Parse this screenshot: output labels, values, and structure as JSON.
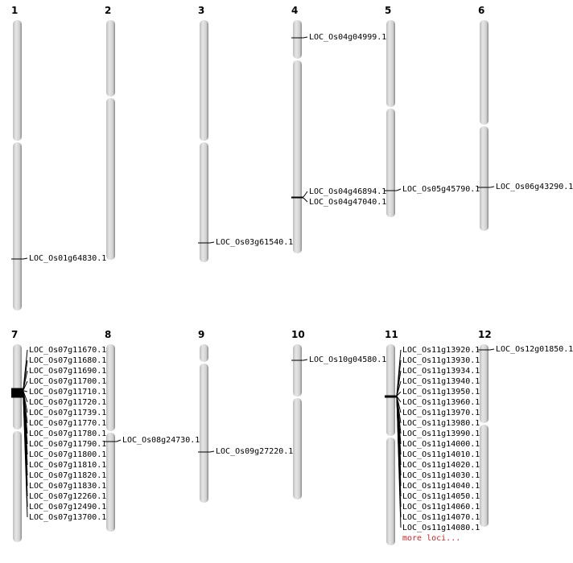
{
  "title": "Chromosome map",
  "more_loci_label": "more loci...",
  "colors": {
    "chromosome": "#d4d4d4",
    "marker": "#000000",
    "more_link": "#cc2222"
  },
  "chromosomes": [
    {
      "number": "1",
      "loci": [
        "LOC_Os01g64830.1"
      ]
    },
    {
      "number": "2",
      "loci": []
    },
    {
      "number": "3",
      "loci": [
        "LOC_Os03g61540.1"
      ]
    },
    {
      "number": "4",
      "loci": [
        "LOC_Os04g04999.1",
        "LOC_Os04g46894.1",
        "LOC_Os04g47040.1"
      ]
    },
    {
      "number": "5",
      "loci": [
        "LOC_Os05g45790.1"
      ]
    },
    {
      "number": "6",
      "loci": [
        "LOC_Os06g43290.1"
      ]
    },
    {
      "number": "7",
      "loci": [
        "LOC_Os07g11670.1",
        "LOC_Os07g11680.1",
        "LOC_Os07g11690.1",
        "LOC_Os07g11700.1",
        "LOC_Os07g11710.1",
        "LOC_Os07g11720.1",
        "LOC_Os07g11739.1",
        "LOC_Os07g11770.1",
        "LOC_Os07g11780.1",
        "LOC_Os07g11790.1",
        "LOC_Os07g11800.1",
        "LOC_Os07g11810.1",
        "LOC_Os07g11820.1",
        "LOC_Os07g11830.1",
        "LOC_Os07g12260.1",
        "LOC_Os07g12490.1",
        "LOC_Os07g13700.1"
      ]
    },
    {
      "number": "8",
      "loci": [
        "LOC_Os08g24730.1"
      ]
    },
    {
      "number": "9",
      "loci": [
        "LOC_Os09g27220.1"
      ]
    },
    {
      "number": "10",
      "loci": [
        "LOC_Os10g04580.1"
      ]
    },
    {
      "number": "11",
      "loci": [
        "LOC_Os11g13920.1",
        "LOC_Os11g13930.1",
        "LOC_Os11g13934.1",
        "LOC_Os11g13940.1",
        "LOC_Os11g13950.1",
        "LOC_Os11g13960.1",
        "LOC_Os11g13970.1",
        "LOC_Os11g13980.1",
        "LOC_Os11g13990.1",
        "LOC_Os11g14000.1",
        "LOC_Os11g14010.1",
        "LOC_Os11g14020.1",
        "LOC_Os11g14030.1",
        "LOC_Os11g14040.1",
        "LOC_Os11g14050.1",
        "LOC_Os11g14060.1",
        "LOC_Os11g14070.1",
        "LOC_Os11g14080.1"
      ],
      "has_more": true
    },
    {
      "number": "12",
      "loci": [
        "LOC_Os12g01850.1"
      ]
    }
  ]
}
